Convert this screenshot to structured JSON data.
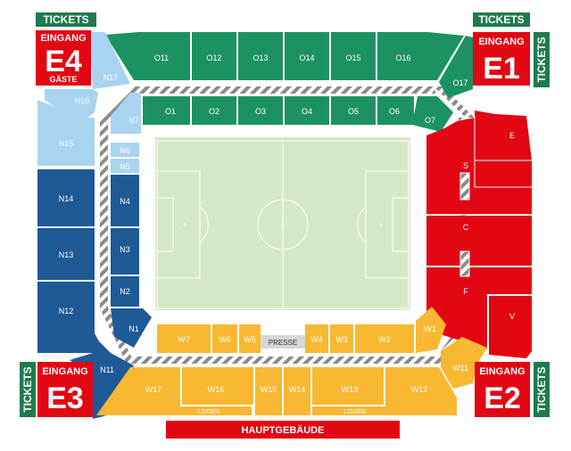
{
  "colors": {
    "north_light": "#a8d4f0",
    "north_dark": "#1e5a96",
    "east_green": "#1c9263",
    "south_red": "#e30613",
    "west_yellow": "#f8b832",
    "pitch": "#d5e8c6",
    "ticket_green": "#1f7a4d",
    "walkway": "#8a8a8a"
  },
  "tickets": {
    "top_left": "TICKETS",
    "top_right": "TICKETS",
    "right_top": "TICKETS",
    "left_bottom": "TICKETS",
    "right_bottom": "TICKETS"
  },
  "entrances": {
    "e4": {
      "label": "EINGANG",
      "code": "E4",
      "sub": "GÄSTE"
    },
    "e1": {
      "label": "EINGANG",
      "code": "E1"
    },
    "e3": {
      "label": "EINGANG",
      "code": "E3"
    },
    "e2": {
      "label": "EINGANG",
      "code": "E2"
    }
  },
  "blocks": {
    "o11": "O11",
    "o12": "O12",
    "o13": "O13",
    "o14": "O14",
    "o15": "O15",
    "o16": "O16",
    "o17": "O17",
    "o1": "O1",
    "o2": "O2",
    "o3": "O3",
    "o4": "O4",
    "o5": "O5",
    "o6": "O6",
    "o7": "O7",
    "n17": "N17",
    "n16": "N16",
    "n15": "N15",
    "n14": "N14",
    "n13": "N13",
    "n12": "N12",
    "n11": "N11",
    "n7": "N7",
    "n6": "N6",
    "n5": "N5",
    "n4": "N4",
    "n3": "N3",
    "n2": "N2",
    "n1": "N1",
    "e": "E",
    "s": "S",
    "c": "C",
    "f": "F",
    "v": "V",
    "w1": "W1",
    "w2": "W2",
    "w3": "W3",
    "w4": "W4",
    "w5": "W5",
    "w6": "W6",
    "w7": "W7",
    "w11": "W11",
    "w12": "W12",
    "w13": "W13",
    "w14": "W14",
    "w15": "W15",
    "w16": "W16",
    "w17": "W17"
  },
  "presse": "PRESSE",
  "logen_left": "LOGEN",
  "logen_right": "LOGEN",
  "hauptgebaeude": "HAUPTGEBÄUDE"
}
